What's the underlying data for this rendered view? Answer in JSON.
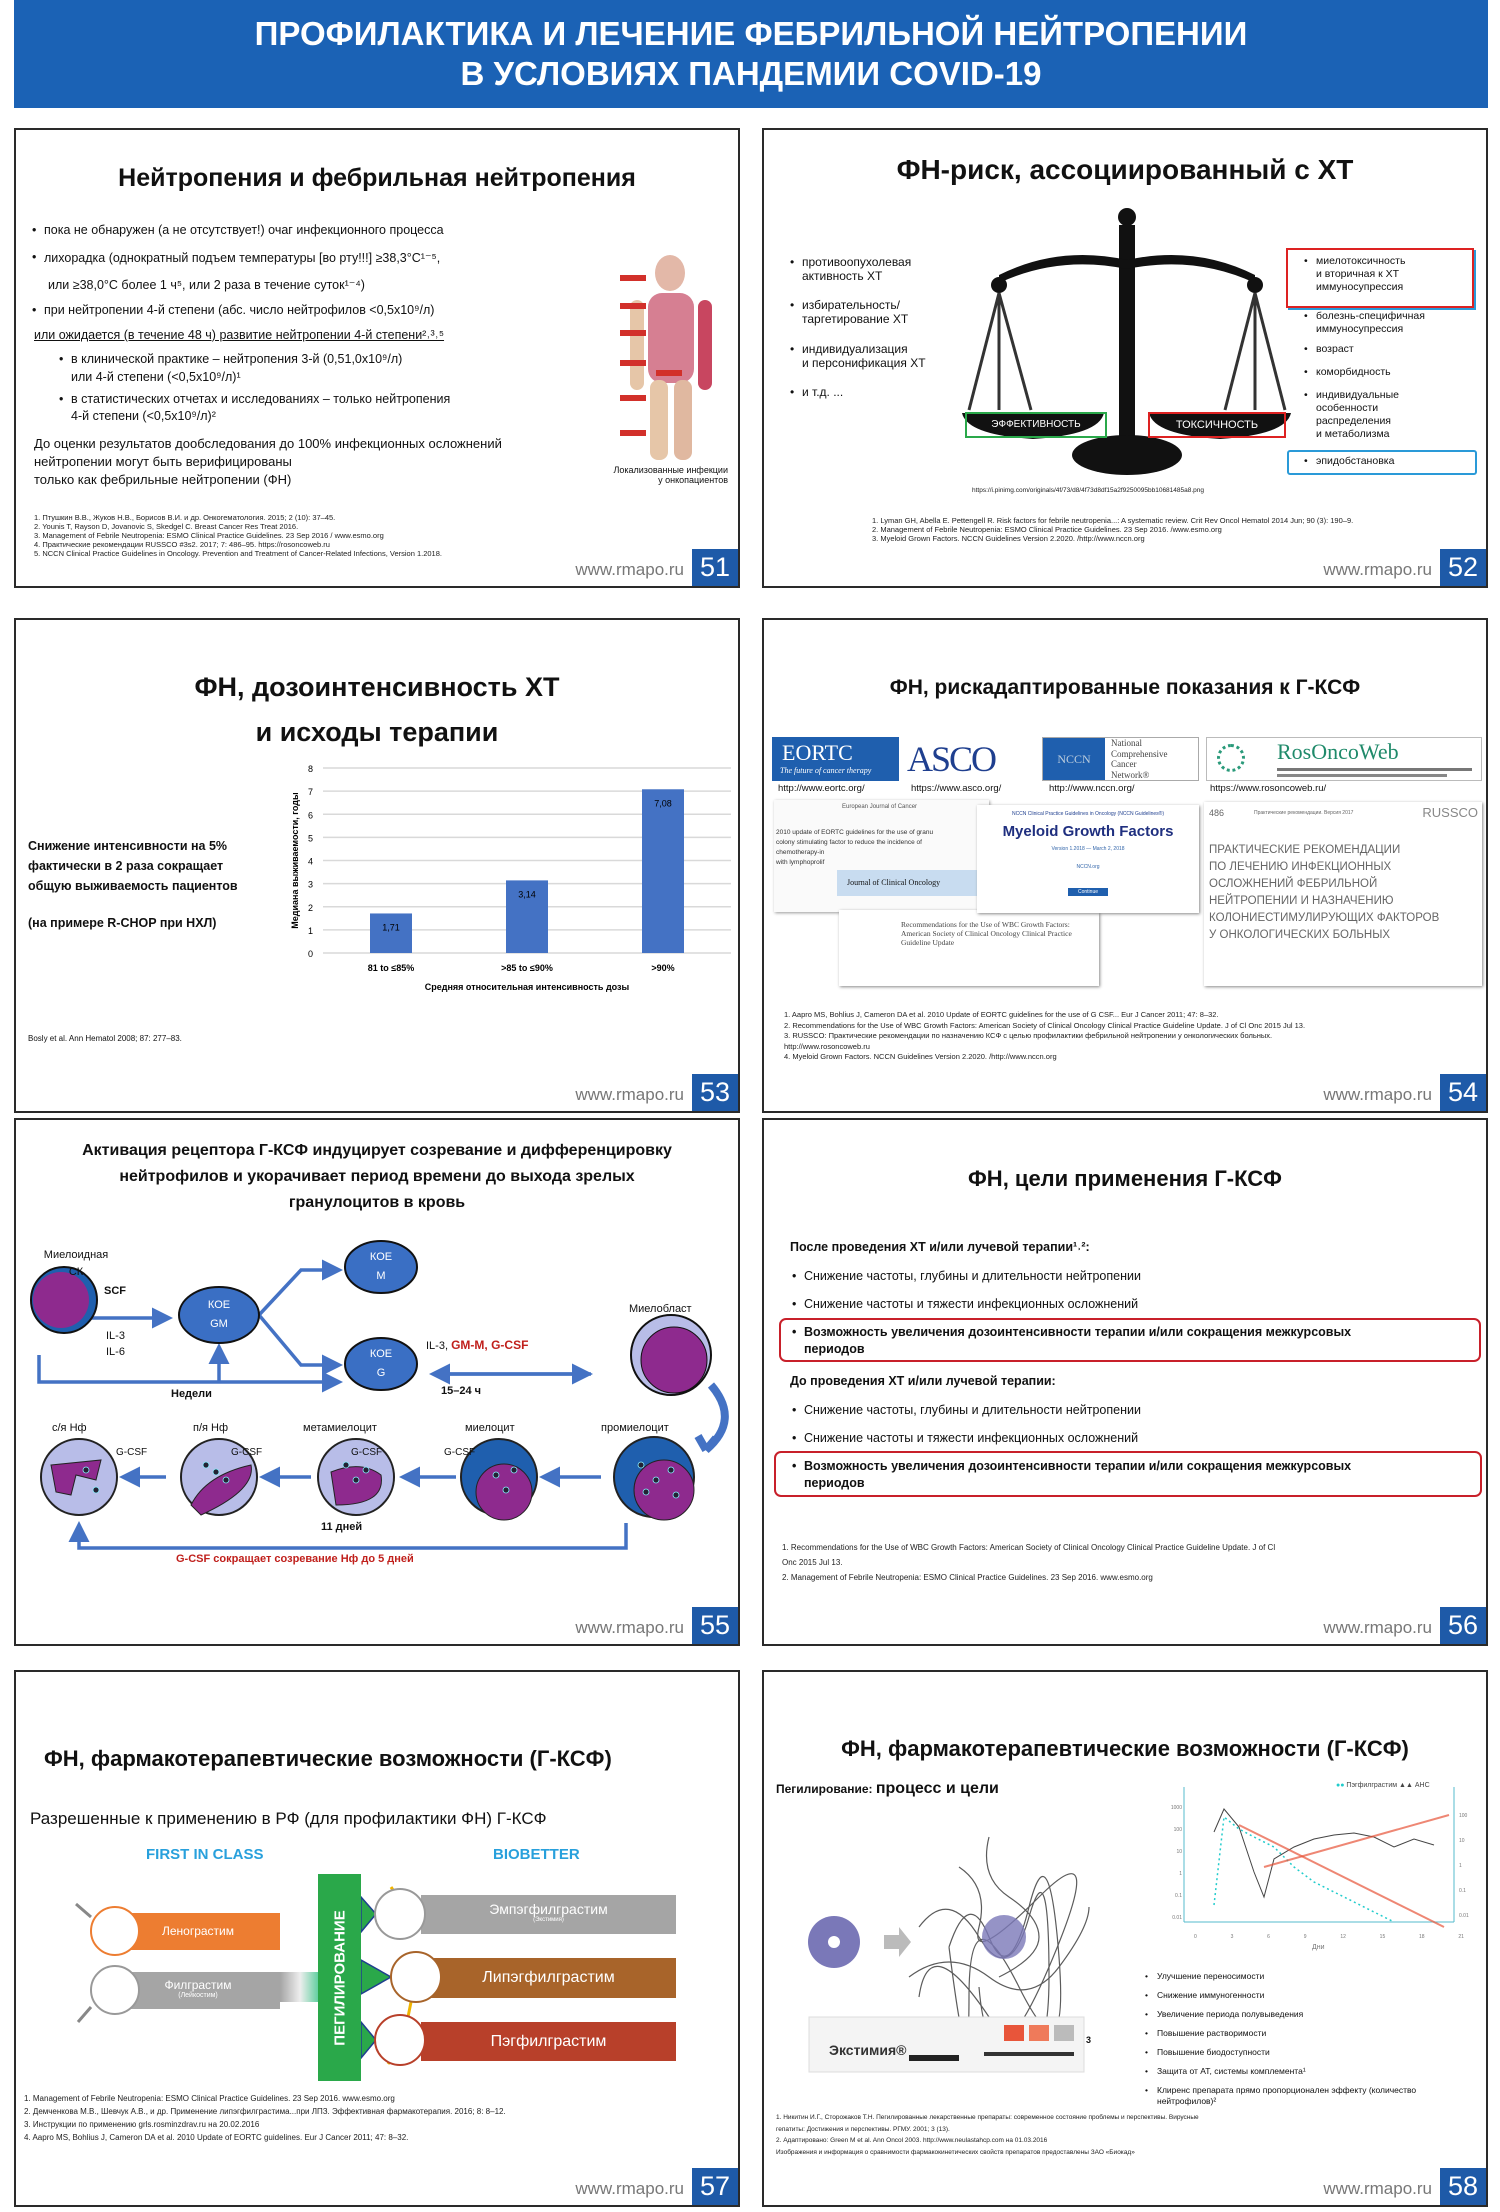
{
  "header": {
    "line1": "ПРОФИЛАКТИКА И ЛЕЧЕНИЕ ФЕБРИЛЬНОЙ НЕЙТРОПЕНИИ",
    "line2": "В УСЛОВИЯХ ПАНДЕМИИ COVID-19"
  },
  "footer_url": "www.rmapo.ru",
  "colors": {
    "header": "#1b62b5",
    "page_number": "#1e5aa8",
    "highlight_red": "#d22",
    "highlight_blue": "#2a9ad8",
    "highlight_green": "#2aa84a"
  },
  "s51": {
    "num": "51",
    "title": "Нейтропения и фебрильная нейтропения",
    "b1": "пока не обнаружен (а не отсутствует!) очаг инфекционного процесса",
    "b2a": "лихорадка (однократный подъем температуры [во рту!!!] ≥38,3°C¹⁻⁵,",
    "b2b": "или ≥38,0°C более 1 ч⁵, или 2 раза в течение суток¹⁻⁴)",
    "b3": "при нейтропении 4-й степени (абс. число нейтрофилов <0,5x10⁹/л)",
    "b4": "или ожидается (в течение 48 ч) развитие нейтропении 4-й степени²˒³˒⁵",
    "s1a": "в клинической практике – нейтропения 3-й (0,51,0x10⁹/л)",
    "s1b": "или 4-й степени (<0,5x10⁹/л)¹",
    "s2a": "в статистических отчетах и исследованиях – только нейтропения",
    "s2b": "4-й степени (<0,5x10⁹/л)²",
    "p1": "До оценки результатов дообследования до 100% инфекционных осложнений",
    "p2": "нейтропении могут быть верифицированы",
    "p3": "только как фебрильные нейтропении (ФН)",
    "cap1": "Локализованные инфекции",
    "cap2": "у онкопациентов",
    "refs": [
      "1. Птушкин В.В., Жуков Н.В., Борисов В.И. и др. Онкогематология. 2015; 2 (10): 37–45.",
      "2. Younis T, Rayson D, Jovanovic S, Skedgel C. Breast Cancer Res Treat 2016.",
      "3. Management of Febrile Neutropenia: ESMO Clinical Practice Guidelines. 23 Sep 2016 / www.esmo.org",
      "4. Практические рекомендации RUSSCO #3s2. 2017; 7: 486–95. https://rosoncoweb.ru",
      "5. NCCN Clinical Practice Guidelines in Oncology. Prevention and Treatment of Cancer-Related Infections, Version 1.2018."
    ]
  },
  "s52": {
    "num": "52",
    "title": "ФН-риск, ассоциированный с ХТ",
    "left": [
      [
        "противоопухолевая",
        "активность ХТ"
      ],
      [
        "избирательность/",
        "таргетирование ХТ"
      ],
      [
        "индивидуализация",
        "и персонификация ХТ"
      ],
      [
        "и т.д. ..."
      ]
    ],
    "pan_left": "ЭФФЕКТИВНОСТЬ",
    "pan_right": "ТОКСИЧНОСТЬ",
    "right": [
      [
        "миелотоксичность",
        "и вторичная к ХТ",
        "иммуносупрессия"
      ],
      [
        "болезнь-специфичная",
        "иммуносупрессия"
      ],
      [
        "возраст"
      ],
      [
        "коморбидность"
      ],
      [
        "индивидуальные",
        "особенности",
        "распределения",
        "и метаболизма"
      ],
      [
        "эпидобстановка"
      ]
    ],
    "img_url": "https://i.pinimg.com/originals/4f/73/d8/4f73d8df15a2f9250095bb10681485a8.png",
    "refs": [
      "1. Lyman GH, Abella E. Pettengell R. Risk factors for febrile neutropenia...: A systematic review. Crit Rev Oncol Hematol 2014 Jun; 90 (3): 190–9.",
      "2. Management of Febrile Neutropenia: ESMO Clinical Practice Guidelines. 23 Sep 2016. /www.esmo.org",
      "3. Myeloid Grown Factors. NCCN Guidelines Version 2.2020. /http://www.nccn.org"
    ]
  },
  "s53": {
    "num": "53",
    "title1": "ФН, дозоинтенсивность ХТ",
    "title2": "и исходы терапии",
    "text": [
      "Снижение интенсивности на 5%",
      "фактически в 2 раза сокращает",
      "общую выживаемость пациентов"
    ],
    "note": "(на примере R-CHOP при НХЛ)",
    "ref": "Bosly et al. Ann Hematol 2008; 87: 277–83."
  },
  "chart_data": {
    "type": "bar",
    "title": "",
    "categories": [
      "81 to ≤85%",
      ">85 to ≤90%",
      ">90%"
    ],
    "values": [
      1.71,
      3.14,
      7.08
    ],
    "value_labels": [
      "1,71",
      "3,14",
      "7,08"
    ],
    "xlabel": "Средняя относительная интенсивность дозы",
    "ylabel": "Медиана выживаемости, годы",
    "ylim": [
      0,
      8
    ],
    "yticks": [
      "0",
      "1",
      "2",
      "3",
      "4",
      "5",
      "6",
      "7",
      "8"
    ],
    "grid": true,
    "bar_color": "#4472c4"
  },
  "s54": {
    "num": "54",
    "title": "ФН, рискадаптированные показания к Г-КСФ",
    "logos": {
      "eortc": "EORTC",
      "eortc_tag": "The future of cancer therapy",
      "asco": "ASCO",
      "nccn": "NCCN",
      "nccn_full": [
        "National",
        "Comprehensive",
        "Cancer",
        "Network®"
      ],
      "ros": "RosOncoWeb"
    },
    "urls": [
      "http://www.eortc.org/",
      "https://www.asco.org/",
      "http://www.nccn.org/",
      "https://www.rosoncoweb.ru/"
    ],
    "ejc": "European Journal of Cancer",
    "ejc_text": [
      "2010 update of EORTC guidelines for the use of granu",
      "colony stimulating factor to reduce the incidence of",
      "chemotherapy-in",
      "with lymphoprolif"
    ],
    "jco": "Journal of Clinical Oncology",
    "mgf_hdr": "NCCN Clinical Practice Guidelines in Oncology (NCCN Guidelines®)",
    "mgf": "Myeloid Growth Factors",
    "mgf_ver": "Version 1.2018 — March 2, 2018",
    "mgf_site": "NCCN.org",
    "mgf_btn": "Continue",
    "asco_rec": [
      "Recommendations for the Use of WBC Growth Factors:",
      "American Society of Clinical Oncology Clinical Practice",
      "Guideline Update"
    ],
    "russco_page": "486",
    "russco_hdr": "Практические рекомендации. Версия 2017",
    "russco": "RUSSCO",
    "russco_title": [
      "ПРАКТИЧЕСКИЕ РЕКОМЕНДАЦИИ",
      "ПО ЛЕЧЕНИЮ ИНФЕКЦИОННЫХ",
      "ОСЛОЖНЕНИЙ ФЕБРИЛЬНОЙ",
      "НЕЙТРОПЕНИИ И НАЗНАЧЕНИЮ",
      "КОЛОНИЕСТИМУЛИРУЮЩИХ ФАКТОРОВ",
      "У ОНКОЛОГИЧЕСКИХ БОЛЬНЫХ"
    ],
    "refs": [
      "1. Aapro MS, Bohlius J, Cameron DA et al. 2010 Update of EORTC guidelines for the use of G CSF... Eur J Cancer 2011; 47: 8–32.",
      "2. Recommendations for the Use of WBC Growth Factors: American Society of Clinical Oncology Clinical Practice Guideline Update.  J of Cl Onc 2015 Jul 13.",
      "3.  RUSSCO: Практические рекомендации по назначению КСФ с целью профилактики фебрильной нейтропении у онкологических больных.",
      "http://www.rosoncoweb.ru",
      "4. Myeloid Grown Factors. NCCN Guidelines Version 2.2020. /http://www.nccn.org"
    ]
  },
  "s55": {
    "num": "55",
    "title": [
      "Активация рецептора Г-КСФ индуцирует созревание и дифференцировку",
      "нейтрофилов и укорачивает период времени до выхода зрелых",
      "гранулоцитов в кровь"
    ],
    "sk1": "Миелоидная",
    "sk2": "СК",
    "scf": "SCF",
    "il3": "IL-3",
    "il6": "IL-6",
    "koe": "КОЕ",
    "gm": "GM",
    "m": "M",
    "g": "G",
    "weeks": "Недели",
    "il3b": "IL-3, ",
    "gmm": "GM-M, G-CSF",
    "hours": "15–24 ч",
    "myeloblast": "Миелобласт",
    "cells": [
      "с/я Нф",
      "п/я Нф",
      "метамиелоцит",
      "миелоцит",
      "промиелоцит"
    ],
    "gcsf": "G-CSF",
    "days": "11 дней",
    "bottom": "G-CSF  сокращает созревание Нф до 5 дней"
  },
  "s56": {
    "num": "56",
    "title": "ФН, цели применения Г-КСФ",
    "after": "После проведения ХТ и/или лучевой терапии¹˒²:",
    "before": "До проведения ХТ и/или лучевой терапии:",
    "b1": "Снижение частоты, глубины и длительности нейтропении",
    "b2": "Снижение частоты и тяжести инфекционных осложнений",
    "b3a": "Возможность увеличения дозоинтенсивности терапии и/или сокращения межкурсовых",
    "b3b": "периодов",
    "refs": [
      "1. Recommendations for the Use of WBC Growth Factors: American Society of Clinical Oncology Clinical Practice Guideline Update.  J of Cl",
      "Onc 2015 Jul 13.",
      "2. Management of Febrile Neutropenia: ESMO Clinical Practice Guidelines. 23 Sep 2016. www.esmo.org"
    ]
  },
  "s57": {
    "num": "57",
    "title": "ФН, фармакотерапевтические возможности (Г-КСФ)",
    "subtitle": "Разрешенные к применению в РФ (для профилактики ФН) Г-КСФ",
    "first": "FIRST  IN CLASS",
    "biobetter": "BIOBETTER",
    "peg": "ПЕГИЛИРОВАНИЕ",
    "leno": "Ленограстим",
    "filg": "Филграстим",
    "filg_sub": "(Лейкостим)",
    "empeg": "Эмпэгфилграстим",
    "empeg_sub": "(Экстимия)",
    "lipeg": "Липэгфилграстим",
    "pegf": "Пэгфилграстим",
    "refs": [
      "1. Management of Febrile Neutropenia: ESMO Clinical Practice Guidelines. 23 Sep 2016. www.esmo.org",
      "2. Демченкова М.В., Шевчук А.В., и др. Применение липэгфилграстима...при ЛПЗ. Эффективная фармакотерапия. 2016; 8: 8–12.",
      "3. Инструкции по применению grls.rosminzdrav.ru на 20.02.2016",
      "4. Aapro MS, Bohlius J, Cameron DA et al. 2010 Update of EORTC guidelines. Eur J Cancer 2011; 47: 8–32."
    ]
  },
  "s58": {
    "num": "58",
    "title": "ФН, фармакотерапевтические возможности (Г-КСФ)",
    "sub_a": "Пегилирование: ",
    "sub_b": "процесс и цели",
    "box": "Экстимия®",
    "three": "3",
    "legend1": "Пэгфилграстим",
    "legend2": "АНС",
    "xlabel": "Дни",
    "xticks": [
      "0",
      "3",
      "6",
      "9",
      "12",
      "15",
      "18",
      "21"
    ],
    "yticks_left": [
      "1000",
      "100",
      "10",
      "1",
      "0.1",
      "0.01"
    ],
    "yticks_right": [
      "100",
      "10",
      "1",
      "0.1",
      "0.01"
    ],
    "bullets": [
      "Улучшение переносимости",
      "Снижение иммуногенности",
      "Увеличение периода полувыведения",
      "Повышение растворимости",
      "Повышение биодоступности",
      "Защита от АТ, системы комплемента¹"
    ],
    "b7a": "Клиренс препарата прямо пропорционален эффекту (количество",
    "b7b": "нейтрофилов)²",
    "refs": [
      "1.     Никитин И.Г., Сторожаков Т.Н. Пегилированные лекарственные препараты: современное состояние проблемы и перспективы. Вирусные",
      "        гепатиты: Достижения и перспективы. РГМУ. 2001; 3 (13).",
      "2.     Адаптировано: Green M et al. Ann Oncol 2003. http://www.neulastahcp.com на 01.03.2016",
      "Изображения и информация о сравнимости фармакокинетических свойств препаратов предоставлены ЗАО «Биокад»"
    ]
  }
}
